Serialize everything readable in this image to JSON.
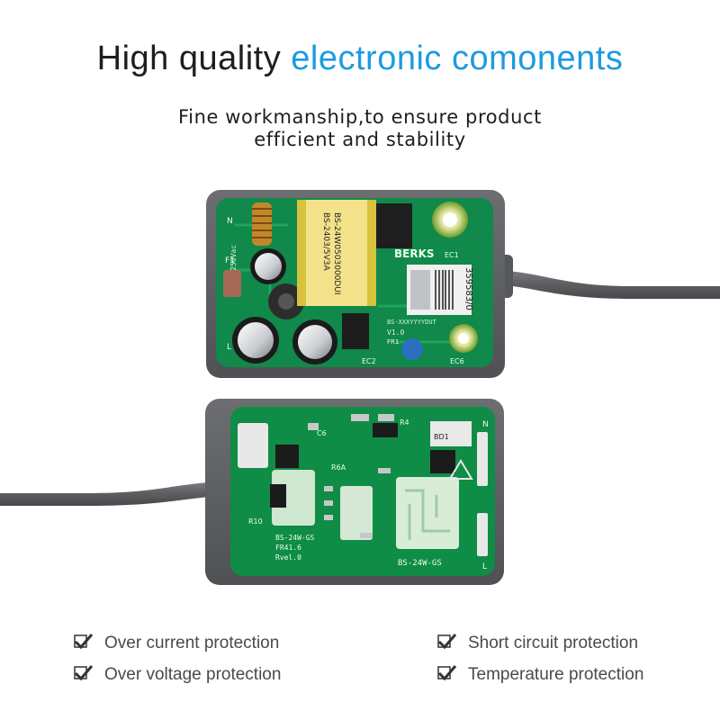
{
  "header": {
    "title_part1": "High quality",
    "title_part2": "electronic comonents",
    "subtitle_line1": "Fine workmanship,to ensure product",
    "subtitle_line2": "efficient and stability"
  },
  "board_top": {
    "transformer_label1": "BS-2403/5V3A",
    "transformer_label2": "BS-24W0503000DUI",
    "brand": "BERKS",
    "barcode_text": "359583/0",
    "label_ec1": "EC1",
    "label_ec2": "EC2",
    "label_ec6": "EC6",
    "label_fr1": "FR1",
    "label_f1": "F1",
    "label_l": "L",
    "label_n": "N",
    "fuse_text": "T2A/250Vac",
    "version_text": "V1.0",
    "model_text": "BS-XXXYYYYDUT"
  },
  "board_bottom": {
    "label_model": "BS-24W-GS",
    "label_model2": "BS-24W-GS",
    "label_fr": "FR41.6",
    "label_rev": "Rvel.0",
    "label_r10": "R10",
    "label_r4": "R4",
    "label_bd1": "BD1",
    "label_r6": "R6A",
    "label_c6": "C6",
    "label_n": "N",
    "label_l": "L"
  },
  "features": [
    {
      "label": "Over current protection"
    },
    {
      "label": "Short circuit protection"
    },
    {
      "label": "Over voltage protection"
    },
    {
      "label": "Temperature protection"
    }
  ],
  "colors": {
    "accent": "#1c9be0",
    "pcb_green": "#0f8c46",
    "case_gray": "#5e6064"
  }
}
